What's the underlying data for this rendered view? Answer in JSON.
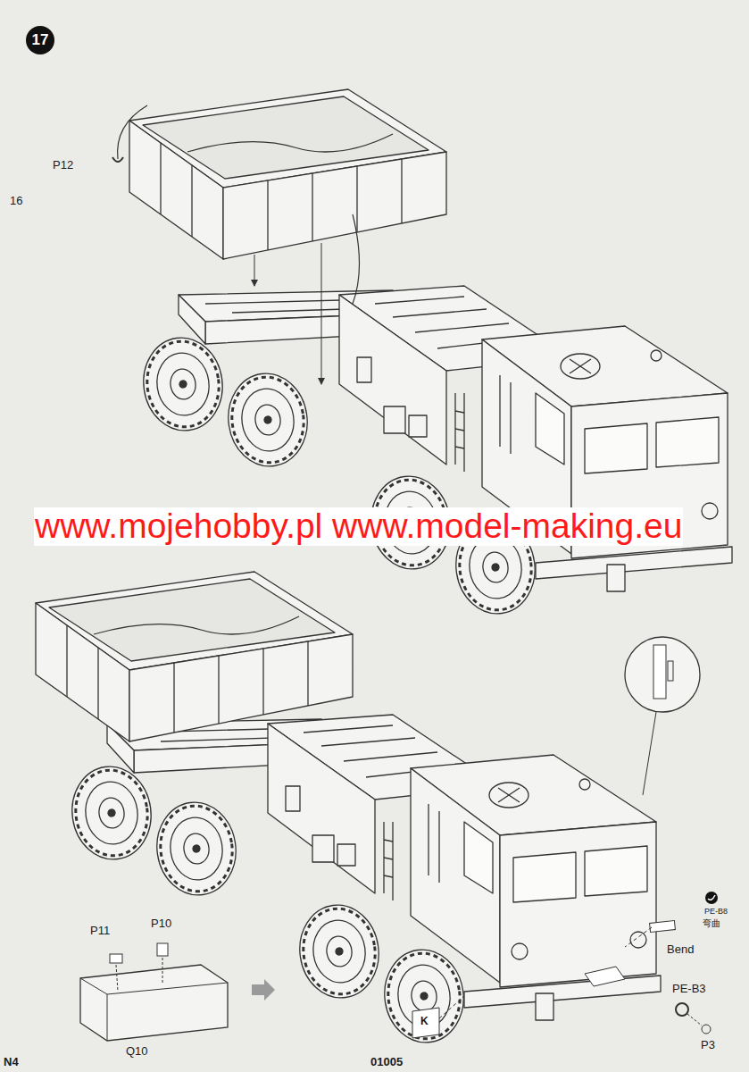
{
  "diagram": {
    "nodes": [
      {
        "text": [
          "17"
        ]
      }
    ],
    "labels": [
      "P12",
      "www.mojehobby.pl www.model-making.eu",
      "P11",
      "P10",
      "Q10",
      "K",
      "PE-B8",
      "弯曲",
      "Bend",
      "PE-B3",
      "P3",
      "N4",
      "01005",
      "16"
    ]
  }
}
